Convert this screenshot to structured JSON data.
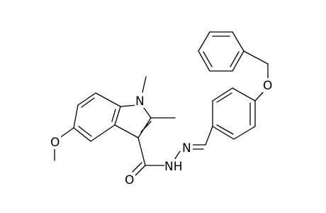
{
  "atoms": {
    "n_indole": "N",
    "o_methoxy": "O",
    "o_ether": "O",
    "o_carbonyl": "O",
    "nh_hydrazide": "NH",
    "n_imine": "N"
  },
  "colors": {
    "bond": "#000000",
    "background": "#ffffff"
  }
}
